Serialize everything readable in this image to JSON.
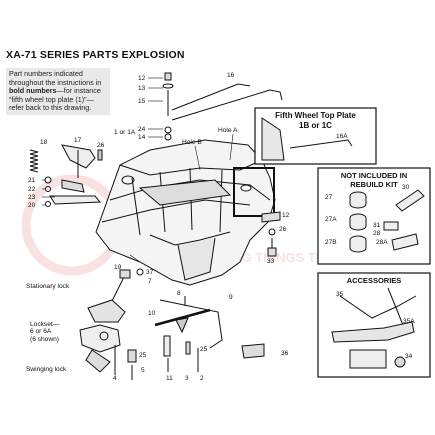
{
  "title": "XA-71 SERIES PARTS EXPLOSION",
  "note": {
    "pre": "Part numbers indicated throughout the instructions in ",
    "bold": "bold numbers",
    "post": "—for instance “fifth wheel top plate (1)”—refer back to this drawing."
  },
  "boxes": {
    "fifth_wheel": {
      "title_line1": "Fifth Wheel Top Plate",
      "title_line2": "1B or 1C",
      "part": "16A"
    },
    "not_included": {
      "title_line1": "NOT INCLUDED IN",
      "title_line2": "REBUILD KIT"
    },
    "accessories": {
      "title": "ACCESSORIES"
    }
  },
  "watermark": {
    "text": "DESCRIBING THINGS THAT MOVE",
    "color": "#f2c9c9"
  },
  "captions": {
    "stationary_lock": "Stationary lock",
    "lockset": "Lockset—\n6 or 6A\n(6 shown)",
    "swinging_lock": "Swinging lock",
    "hole_a": "Hole A",
    "hole_b": "Hole B",
    "one_or_1a": "1 or 1A"
  },
  "part_labels": [
    {
      "id": "12",
      "text": "12"
    },
    {
      "id": "13",
      "text": "13"
    },
    {
      "id": "15",
      "text": "15"
    },
    {
      "id": "16",
      "text": "16"
    },
    {
      "id": "24",
      "text": "24"
    },
    {
      "id": "14",
      "text": "14"
    },
    {
      "id": "18",
      "text": "18"
    },
    {
      "id": "17",
      "text": "17"
    },
    {
      "id": "26",
      "text": "26"
    },
    {
      "id": "21",
      "text": "21"
    },
    {
      "id": "22",
      "text": "22"
    },
    {
      "id": "23",
      "text": "23"
    },
    {
      "id": "20",
      "text": "20"
    },
    {
      "id": "12b",
      "text": "12"
    },
    {
      "id": "26b",
      "text": "26"
    },
    {
      "id": "33",
      "text": "33"
    },
    {
      "id": "19",
      "text": "19"
    },
    {
      "id": "37",
      "text": "37"
    },
    {
      "id": "7",
      "text": "7"
    },
    {
      "id": "8",
      "text": "8"
    },
    {
      "id": "9",
      "text": "9"
    },
    {
      "id": "10",
      "text": "10"
    },
    {
      "id": "25",
      "text": "25"
    },
    {
      "id": "4",
      "text": "4"
    },
    {
      "id": "5",
      "text": "5"
    },
    {
      "id": "11",
      "text": "11"
    },
    {
      "id": "3",
      "text": "3"
    },
    {
      "id": "2",
      "text": "2"
    },
    {
      "id": "25b",
      "text": "25"
    },
    {
      "id": "36",
      "text": "36"
    },
    {
      "id": "30",
      "text": "30"
    },
    {
      "id": "27",
      "text": "27"
    },
    {
      "id": "27A",
      "text": "27A"
    },
    {
      "id": "31",
      "text": "31"
    },
    {
      "id": "28",
      "text": "28"
    },
    {
      "id": "27B",
      "text": "27B"
    },
    {
      "id": "28A",
      "text": "28A"
    },
    {
      "id": "35",
      "text": "35"
    },
    {
      "id": "35A",
      "text": "35A"
    },
    {
      "id": "34",
      "text": "34"
    }
  ],
  "colors": {
    "line": "#111111",
    "note_bg": "#e9e9e9",
    "box_border": "#111111"
  }
}
